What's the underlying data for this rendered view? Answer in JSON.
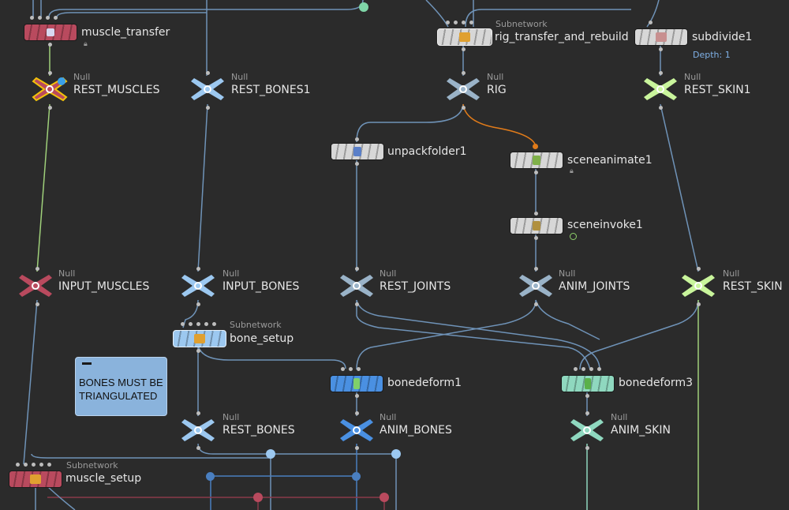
{
  "colors": {
    "background": "#2b2b2b",
    "wire": "#6f93b8",
    "wire_orange": "#e07b1a",
    "wire_green": "#9fd07a",
    "wire_red": "#8a3a4a",
    "muscle": "#b94a5e",
    "bone": "#9cc8f0",
    "joint": "#9ab3c8",
    "skin": "#c9f59c",
    "anim_bones": "#4a90e2",
    "anim_skin": "#8fd8bf",
    "gray_node": "#d7d7d7",
    "selected_outline": "#f2c20a"
  },
  "nodes": {
    "muscle_transfer": {
      "label": "muscle_transfer",
      "icon": "muscle-icon",
      "locked": true
    },
    "rig_transfer_and_rebuild": {
      "label": "rig_transfer_and_rebuild",
      "type": "Subnetwork",
      "icon": "subnetwork-icon"
    },
    "subdivide1": {
      "label": "subdivide1",
      "depth": "Depth: 1",
      "icon": "subdivide-icon"
    },
    "rest_muscles": {
      "label": "REST_MUSCLES",
      "type": "Null"
    },
    "rest_bones1": {
      "label": "REST_BONES1",
      "type": "Null"
    },
    "rig": {
      "label": "RIG",
      "type": "Null"
    },
    "rest_skin1": {
      "label": "REST_SKIN1",
      "type": "Null"
    },
    "unpackfolder1": {
      "label": "unpackfolder1",
      "icon": "unpack-folder-icon"
    },
    "sceneanimate1": {
      "label": "sceneanimate1",
      "icon": "scene-animate-icon",
      "locked": true
    },
    "sceneinvoke1": {
      "label": "sceneinvoke1",
      "icon": "scene-invoke-icon"
    },
    "input_muscles": {
      "label": "INPUT_MUSCLES",
      "type": "Null"
    },
    "input_bones": {
      "label": "INPUT_BONES",
      "type": "Null"
    },
    "rest_joints": {
      "label": "REST_JOINTS",
      "type": "Null"
    },
    "anim_joints": {
      "label": "ANIM_JOINTS",
      "type": "Null"
    },
    "rest_skin": {
      "label": "REST_SKIN",
      "type": "Null"
    },
    "bone_setup": {
      "label": "bone_setup",
      "type": "Subnetwork",
      "icon": "subnetwork-icon"
    },
    "bonedeform1": {
      "label": "bonedeform1",
      "icon": "bone-deform-icon"
    },
    "bonedeform3": {
      "label": "bonedeform3",
      "icon": "bone-deform-icon"
    },
    "rest_bones": {
      "label": "REST_BONES",
      "type": "Null"
    },
    "anim_bones": {
      "label": "ANIM_BONES",
      "type": "Null"
    },
    "anim_skin": {
      "label": "ANIM_SKIN",
      "type": "Null"
    },
    "muscle_setup": {
      "label": "muscle_setup",
      "type": "Subnetwork",
      "icon": "subnetwork-icon"
    }
  },
  "sticky_note": {
    "text_line1": "BONES MUST BE",
    "text_line2": "TRIANGULATED"
  }
}
